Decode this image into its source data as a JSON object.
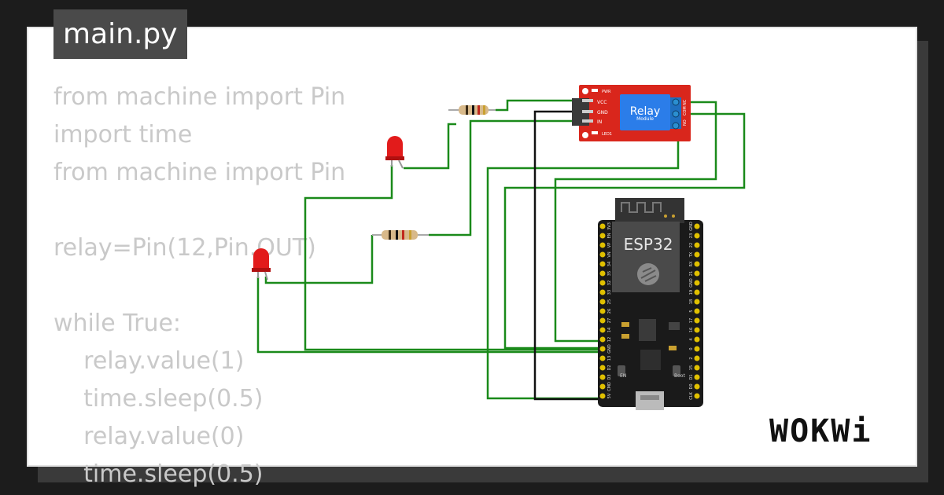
{
  "tab": {
    "filename": "main.py"
  },
  "code": {
    "lines": [
      "from machine import Pin",
      "import time",
      "from machine import Pin",
      "",
      "relay=Pin(12,Pin.OUT)",
      "",
      "while True:",
      "    relay.value(1)",
      "    time.sleep(0.5)",
      "    relay.value(0)",
      "    time.sleep(0.5)"
    ]
  },
  "relay_module": {
    "title": "Relay",
    "subtitle": "Module",
    "pin_labels": [
      "VCC",
      "GND",
      "IN"
    ],
    "led_labels": [
      "PWR",
      "LED1"
    ],
    "terminal_labels": [
      "NO",
      "COM",
      "NC"
    ]
  },
  "esp32": {
    "label": "ESP32",
    "left_pins": [
      "3V3",
      "EN",
      "VP",
      "VN",
      "34",
      "35",
      "32",
      "33",
      "25",
      "26",
      "27",
      "14",
      "12",
      "GND",
      "13",
      "D2",
      "D3",
      "CMD",
      "5V"
    ],
    "right_pins": [
      "GND",
      "23",
      "22",
      "TX",
      "RX",
      "21",
      "GND",
      "19",
      "18",
      "5",
      "17",
      "16",
      "4",
      "0",
      "2",
      "15",
      "D1",
      "D0",
      "CLK"
    ],
    "button_labels": [
      "EN",
      "Boot"
    ]
  },
  "logo": {
    "text": "WOKWi"
  },
  "colors": {
    "wire": "#1a8a1a",
    "wire_black": "#111111",
    "board": "#1a1a1a",
    "relay_board": "#d9261c",
    "led": "#e21b1b"
  }
}
